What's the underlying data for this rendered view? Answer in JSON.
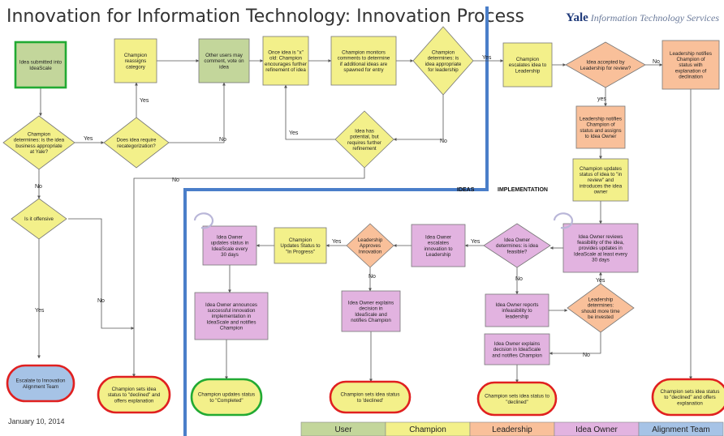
{
  "header": {
    "title": "Innovation for Information Technology: Innovation Process",
    "org_bold": "Yale",
    "org_italic": "Information Technology Services"
  },
  "footer": {
    "date": "January 10, 2014"
  },
  "sections": {
    "ideas": "IDEAS",
    "implementation": "IMPLEMENTATION"
  },
  "colors": {
    "user": "#c3d69b",
    "champion": "#f3f08a",
    "leadership": "#f9c09a",
    "idea_owner": "#e2b3e0",
    "alignment": "#a6c3e6",
    "blue_line": "#4a7ec9",
    "red_border": "#e02020",
    "green_border": "#22aa33"
  },
  "legend": [
    "User",
    "Champion",
    "Leadership",
    "Idea Owner",
    "Alignment Team"
  ],
  "nodes": {
    "submit": [
      "Idea submitted into",
      "IdeaScale"
    ],
    "champ_approp": [
      "Champion",
      "determines: is the idea",
      "business appropriate",
      "at Yale?"
    ],
    "offensive": [
      "Is it offensive"
    ],
    "escalate_align": [
      "Escalate to Innovation",
      "Alignment Team"
    ],
    "declined_explain": [
      "Champion sets idea",
      "status to \"declined\" and",
      "offers explanation"
    ],
    "recategorize": [
      "Does idea require",
      "recategorization?"
    ],
    "reassign": [
      "Champion",
      "reassigns",
      "category"
    ],
    "other_users": [
      "Other users may",
      "comment, vote on",
      "idea"
    ],
    "once_old": [
      "Once idea is \"x\"",
      "old: Champion",
      "encourages further",
      "refinement of idea"
    ],
    "monitors": [
      "Champion monitors",
      "comments to determine",
      "if additional ideas are",
      "spawned for entry"
    ],
    "appropriate_leadership": [
      "Champion",
      "determines: is",
      "idea appropriate",
      "for leadership"
    ],
    "has_potential": [
      "Idea has",
      "potential, but",
      "requires further",
      "refinement"
    ],
    "escalates_leadership": [
      "Champion",
      "escalates idea to",
      "Leadership"
    ],
    "accepted_review": [
      "Idea accepted by",
      "Leadership for review?"
    ],
    "notifies_decline": [
      "Leadership notifies",
      "Champion of",
      "status with",
      "explanation of",
      "declination"
    ],
    "notifies_assign": [
      "Leadership notifies",
      "Champion of",
      "status and assigns",
      "to Idea Owner"
    ],
    "updates_in_review": [
      "Champion updates",
      "status of idea to \"in",
      "review\" and",
      "introduces the idea",
      "owner"
    ],
    "owner_reviews": [
      "Idea Owner reviews",
      "feasibility of the idea,",
      "provides updates in",
      "IdeaScale at least every",
      "30 days"
    ],
    "feasible": [
      "Idea Owner",
      "determines: is idea",
      "feasible?"
    ],
    "owner_escalates": [
      "Idea Owner",
      "escalates",
      "innovation to",
      "Leadership"
    ],
    "approves": [
      "Leadership",
      "Approves",
      "Innovation"
    ],
    "updates_progress": [
      "Champion",
      "Updates Status to",
      "\"In Progress\""
    ],
    "owner_updates30": [
      "Idea Owner",
      "updates status in",
      "IdeaScale every",
      "30 days"
    ],
    "announces": [
      "Idea Owner announces",
      "successful innovation",
      "implementation in",
      "IdeaScale and notifies",
      "Champion"
    ],
    "completed": [
      "Champion updates status",
      "to \"Completed\""
    ],
    "explains_decision": [
      "Idea Owner explains",
      "decision in",
      "IdeaScale and",
      "notifies Champion"
    ],
    "declined_mid": [
      "Champion sets idea status",
      "to 'declined'"
    ],
    "reports_infeasible": [
      "Idea Owner reports",
      "infeasibility to",
      "leadership"
    ],
    "more_time": [
      "Leadership",
      "determines:",
      "should more time",
      "be invested"
    ],
    "explains_decision2": [
      "Idea Owner explains",
      "decision in IdeaScale",
      "and notifies Champion"
    ],
    "declined_right": [
      "Champion sets idea status to",
      "\"declined\""
    ],
    "declined_far": [
      "Champion sets idea status",
      "to \"declined\" and offers",
      "explanation"
    ]
  },
  "edge_labels": {
    "yes": "Yes",
    "no": "No",
    "yes_lower": "yes"
  }
}
